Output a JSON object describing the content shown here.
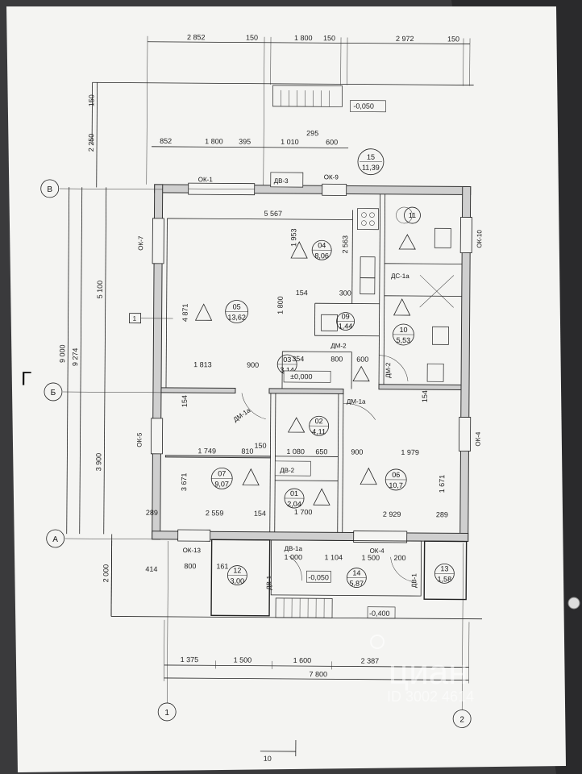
{
  "colors": {
    "paper": "#f4f4f2",
    "background": "#3a3a3c",
    "ink": "#222222",
    "wall": "#cfcfcf"
  },
  "top_dims": {
    "row1": [
      "2 852",
      "150",
      "1 800",
      "150",
      "2 972",
      "150"
    ],
    "row2": [
      "852",
      "1 800",
      "395",
      "1 010",
      "295",
      "600"
    ]
  },
  "left_dims": [
    "150",
    "2 250",
    "5 100",
    "9 000",
    "9 274",
    "3 900",
    "2 000"
  ],
  "bottom_dims": [
    "1 375",
    "1 500",
    "1 600",
    "2 387",
    "7 800"
  ],
  "axes": {
    "v": "В",
    "b": "Б",
    "a": "А",
    "one": "1",
    "two": "2"
  },
  "level_marks": [
    "-0,050",
    "±0,000",
    "-0,050",
    "-0,400"
  ],
  "windows": [
    "ОК-1",
    "ОК-9",
    "ОК-7",
    "ОК-10",
    "ОК-5",
    "ОК-4",
    "ОК-13",
    "ОК-4"
  ],
  "doors": [
    "ДВ-3",
    "ДМ-2",
    "ДМ-2",
    "ДМ-1а",
    "ДМ-1а",
    "ДВ-2",
    "ДВ-1а",
    "ДВ-1",
    "ДВ-1",
    "ДС-1а"
  ],
  "rooms": [
    {
      "num": "05",
      "area": "13,62"
    },
    {
      "num": "04",
      "area": "8,06"
    },
    {
      "num": "11",
      "area": ""
    },
    {
      "num": "09",
      "area": "1,44"
    },
    {
      "num": "10",
      "area": "5,53"
    },
    {
      "num": "03",
      "area": "3,14"
    },
    {
      "num": "02",
      "area": "4,11"
    },
    {
      "num": "07",
      "area": "9,07"
    },
    {
      "num": "01",
      "area": "2,04"
    },
    {
      "num": "06",
      "area": "10,7"
    },
    {
      "num": "12",
      "area": "3,00"
    },
    {
      "num": "14",
      "area": "5,87"
    },
    {
      "num": "13",
      "area": "1,58"
    },
    {
      "num": "15",
      "area": "11,39"
    }
  ],
  "inner_dims": [
    "5 567",
    "1 953",
    "2 563",
    "4 871",
    "1 800",
    "154",
    "300",
    "1 813",
    "900",
    "354",
    "800",
    "600",
    "1 749",
    "810",
    "1 080",
    "650",
    "900",
    "1 979",
    "3 671",
    "1 671",
    "2 559",
    "154",
    "1 700",
    "2 929",
    "289",
    "289",
    "414",
    "800",
    "161",
    "1 000",
    "1 104",
    "1 500",
    "200",
    "150",
    "154",
    "154"
  ],
  "marker_square": "1",
  "section_mark": "Г",
  "scale_note": "10",
  "watermark": {
    "brand": "циан",
    "id": "ID 3002 4614"
  }
}
